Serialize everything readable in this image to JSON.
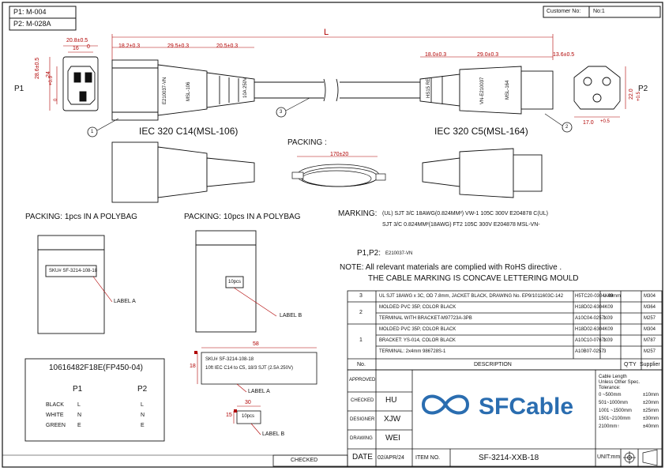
{
  "part_refs": {
    "p1": "P1: M-004",
    "p2": "P2: M-028A"
  },
  "customer": {
    "label": "Customer No:",
    "value": "No:1"
  },
  "dims": {
    "overall": "L",
    "p1_top": "20.8±0.5",
    "p1_top2": "16",
    "p1_top3": "0",
    "p1_h1": "28.6±0.5",
    "p1_h2": "24",
    "p1_h3": "+0.5",
    "p1_h4": "0",
    "c14_len": "18.2±0.3",
    "c14_boot": "29.5±0.3",
    "c14_strain": "20.5±0.3",
    "c5_strain": "18.0±0.3",
    "c5_body": "29.0±0.3",
    "c5_w": "13.6±0.5",
    "p2_h": "22.0",
    "p2_h_tol": "+0.5",
    "p2_w": "17.0",
    "p2_w_tol": "+0.5",
    "coil": "170±20"
  },
  "side_labels": {
    "p1": "P1",
    "p2": "P2"
  },
  "balloons": {
    "b1": "1",
    "b2": "2",
    "b3": "3"
  },
  "mold_text": {
    "c14_a": "E210037-VN",
    "c14_b": "MSL-106",
    "c14_c": "10A 250V",
    "c5_a": "HS15 RE",
    "c5_b": "VN-E210037",
    "c5_c": "MSL-164"
  },
  "connector_names": {
    "c14": "IEC 320 C14(MSL-106)",
    "c5": "IEC 320 C5(MSL-164)"
  },
  "packing": {
    "main": "PACKING :",
    "single": "PACKING: 1pcs IN A POLYBAG",
    "ten": "PACKING: 10pcs IN A POLYBAG",
    "label_a": "LABEL A",
    "label_b": "LABEL B",
    "bag_b_text": "10pcs",
    "bag_a_text": "SKU# SF-3214-108-18"
  },
  "marking": {
    "title": "MARKING:",
    "line1": "(UL) SJT  3/C  18AWG(0.824MM²)  VW-1  105C  300V  E204878  C(UL)",
    "line2": "SJT  3/C  0.824MM²(18AWG)  FT2  105C  300V  E204878  MSL-VN-",
    "p1p2": "P1,P2:",
    "p1p2_mark": "E210037-VN"
  },
  "note": {
    "line1": "NOTE: All relevant materials are complied with RoHS directive .",
    "line2": "THE CABLE MARKING IS CONCAVE LETTERING MOULD"
  },
  "wiring": {
    "title": "10616482F18E(FP450-04)",
    "col1": "P1",
    "col2": "P2",
    "rows": [
      {
        "name": "BLACK",
        "p1": "L",
        "p2": "L"
      },
      {
        "name": "WHITE",
        "p1": "N",
        "p2": "N"
      },
      {
        "name": "GREEN",
        "p1": "E",
        "p2": "E"
      }
    ]
  },
  "label_a_detail": {
    "width": "58",
    "height": "18",
    "line1": "SKU# SF-3214-108-18",
    "line2": "10ft IEC C14 to C5, 18/3 SJT (2.5A 250V)",
    "label": "LABEL A"
  },
  "label_b_detail": {
    "width": "30",
    "height": "15",
    "text": "10pcs",
    "label": "LABEL B"
  },
  "bom": {
    "rows": [
      {
        "no": "3",
        "desc": "UL SJT 18AWG x 3C, OD 7.8mm, JACKET BLACK, DRAWING No. EP9/1011603C-142",
        "code": "H5TC20-0304K09",
        "qty": "L-48mm",
        "sup": "M304"
      },
      {
        "no": "2",
        "desc": "MOLDED PVC 35P, COLOR BLACK",
        "code": "H18D02-6304K09",
        "qty": "",
        "sup": "M364"
      },
      {
        "no": "",
        "desc": "TERMINAL WITH BRACKET-M97723A-3PB",
        "code": "A10C04-0257K09",
        "qty": "1",
        "sup": "M257"
      },
      {
        "no": "1",
        "desc": "MOLDED PVC 35P, COLOR BLACK",
        "code": "H18D02-6304K09",
        "qty": "",
        "sup": "M304"
      },
      {
        "no": "",
        "desc": "BRACKET: YS-014, COLOR BLACK",
        "code": "A10C10-0767K09",
        "qty": "1",
        "sup": "M787"
      },
      {
        "no": "",
        "desc": "TERMINAL: 2x4mm 986728S-1",
        "code": "A10B07-0257",
        "qty": "3",
        "sup": "M257"
      }
    ],
    "headers": {
      "no": "No.",
      "desc": "DESCRIPTION",
      "qty": "Q'TY",
      "sup": "Supplier"
    }
  },
  "title_block": {
    "approved": "APPROVED",
    "checked": "CHECKED",
    "checked_val": "HU",
    "designer": "DESIGNER",
    "designer_val": "XJW",
    "drawing": "DRAWING",
    "drawing_val": "WEI",
    "date": "DATE",
    "date_val": "02/APR/24",
    "item": "ITEM NO.",
    "item_val": "SF-3214-XXB-18",
    "unit": "UNIT:mm",
    "logo_text": "SFCable",
    "bottom_checked": "CHECKED"
  },
  "tolerances": {
    "title": "Cable Length",
    "sub": "Unless Other Spec.",
    "sub2": "Tolerance:",
    "rows": [
      {
        "range": "0 ~500mm",
        "tol": "±10mm"
      },
      {
        "range": "501~1000mm",
        "tol": "±20mm"
      },
      {
        "range": "1001 ~1500mm",
        "tol": "±25mm"
      },
      {
        "range": "1501~2100mm",
        "tol": "±30mm"
      },
      {
        "range": "2100mm↑",
        "tol": "±40mm"
      }
    ]
  },
  "colors": {
    "logo": "#2a6db0",
    "line": "#111111",
    "dim": "#b00000"
  }
}
